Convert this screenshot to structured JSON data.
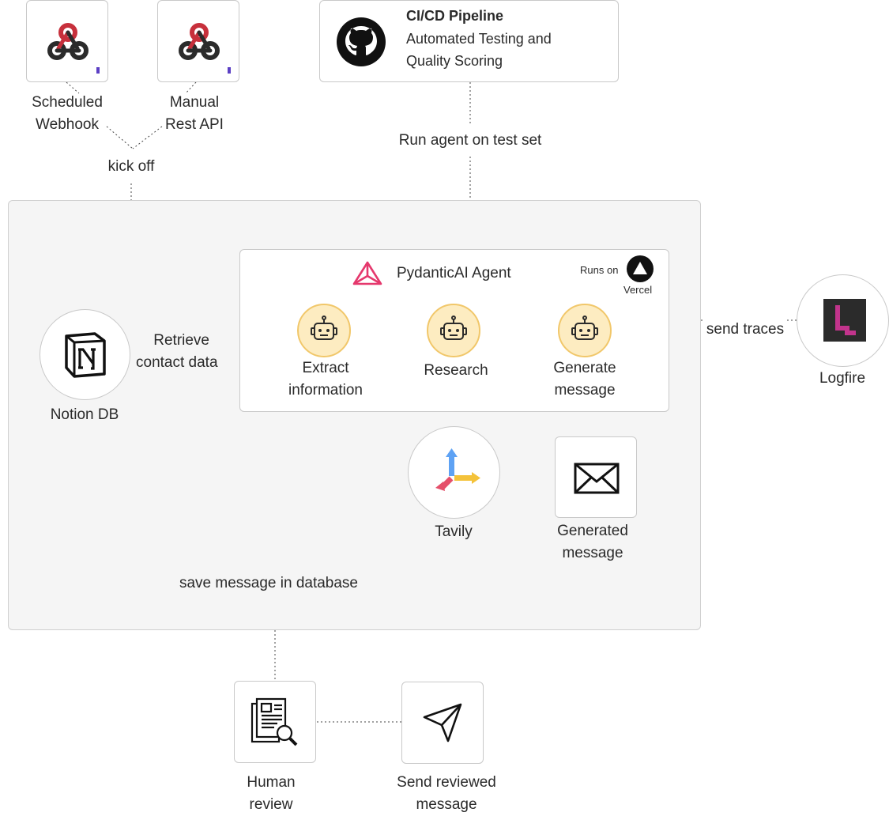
{
  "triggers": {
    "scheduled_label_1": "Scheduled",
    "scheduled_label_2": "Webhook",
    "manual_label_1": "Manual",
    "manual_label_2": "Rest API",
    "kickoff_label": "kick off"
  },
  "cicd": {
    "title": "CI/CD Pipeline",
    "subtitle_1": "Automated Testing and",
    "subtitle_2": "Quality Scoring",
    "run_label": "Run agent on test set"
  },
  "agent": {
    "title": "PydanticAI Agent",
    "runs_on": "Runs on",
    "vercel": "Vercel",
    "steps": [
      {
        "line1": "Extract",
        "line2": "information"
      },
      {
        "line1": "Research",
        "line2": ""
      },
      {
        "line1": "Generate",
        "line2": "message"
      }
    ]
  },
  "notion": {
    "label": "Notion DB",
    "retrieve_1": "Retrieve",
    "retrieve_2": "contact data"
  },
  "logfire": {
    "label": "Logfire",
    "send_traces": "send traces"
  },
  "tavily": {
    "label": "Tavily"
  },
  "generated": {
    "line1": "Generated",
    "line2": "message"
  },
  "save_label": "save message in database",
  "human_review": {
    "line1": "Human",
    "line2": "review"
  },
  "send_reviewed": {
    "line1": "Send reviewed",
    "line2": "message"
  },
  "colors": {
    "pydantic_red": "#e5386d",
    "bot_fill": "#fdecc1",
    "bot_border": "#f1c76a",
    "logfire_bg": "#2b2b2b",
    "logfire_mark": "#c2348c",
    "webhook_red": "#c7303c",
    "badge_purple": "#5b3fc4"
  }
}
